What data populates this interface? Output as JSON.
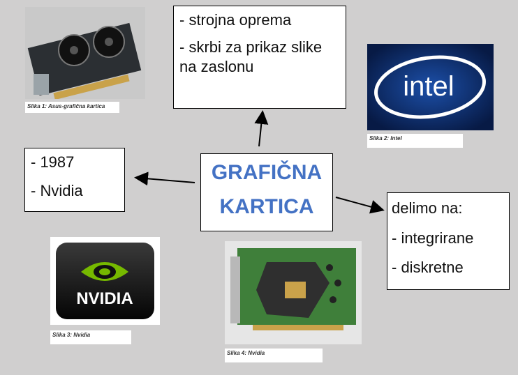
{
  "center": {
    "title_line1": "GRAFIČNA",
    "title_line2": "KARTICA"
  },
  "top_box": {
    "line1": "- strojna oprema",
    "line2": "- skrbi za prikaz slike",
    "line3": "na zaslonu"
  },
  "left_box": {
    "line1": "-  1987",
    "line2": "- Nvidia"
  },
  "right_box": {
    "line1": "delimo na:",
    "line2": "- integrirane",
    "line3": "- diskretne"
  },
  "images": {
    "asus": {
      "caption": "Slika 1: Asus-grafična kartica"
    },
    "intel": {
      "caption": "Slika 2: Intel",
      "logo_text": "intel"
    },
    "nvidia_logo": {
      "caption": "Slika 3: Nvidia",
      "logo_text": "NVIDIA"
    },
    "nvidia_card": {
      "caption": "Slika 4: Nvidia"
    }
  },
  "colors": {
    "background": "#d0cfcf",
    "title": "#4472c4",
    "intel_bg": "#0f2a63",
    "nvidia_green": "#76b900"
  }
}
